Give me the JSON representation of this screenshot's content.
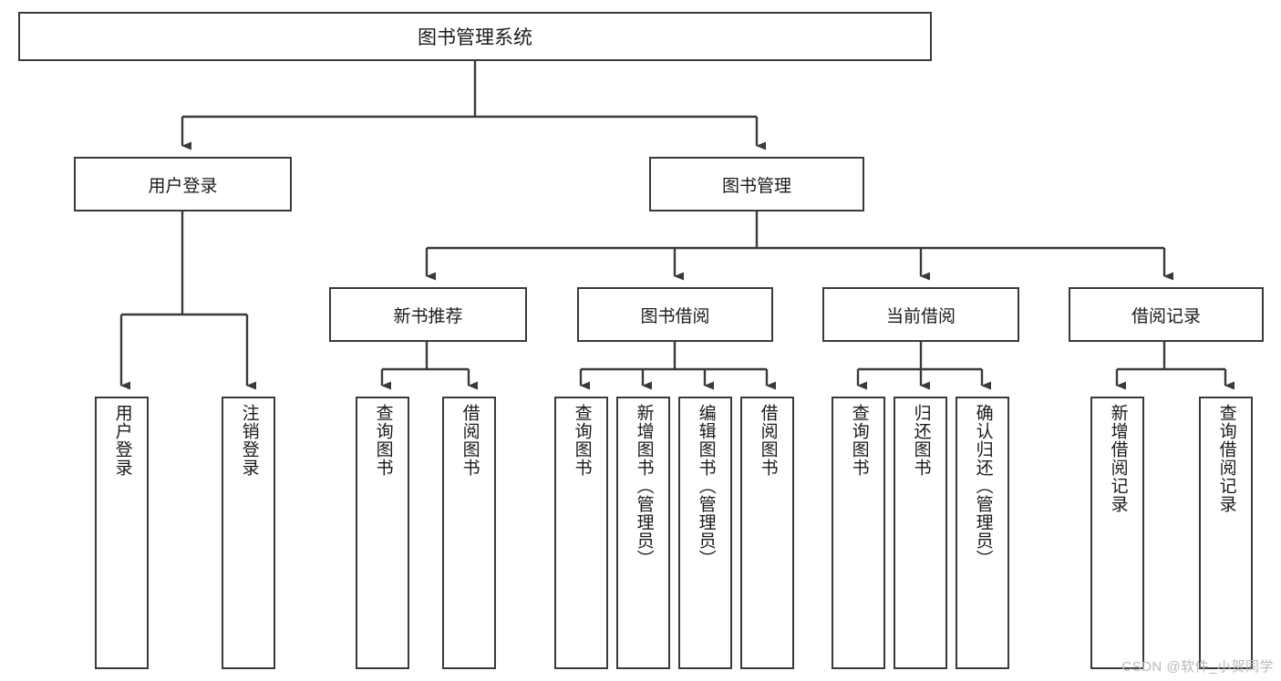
{
  "diagram": {
    "type": "tree",
    "title": "图书管理系统",
    "root": {
      "label": "图书管理系统"
    },
    "level1": [
      {
        "label": "用户登录"
      },
      {
        "label": "图书管理"
      }
    ],
    "level2": [
      {
        "label": "新书推荐"
      },
      {
        "label": "图书借阅"
      },
      {
        "label": "当前借阅"
      },
      {
        "label": "借阅记录"
      }
    ],
    "leaves": {
      "user_login": [
        {
          "label": "用户登录"
        },
        {
          "label": "注销登录"
        }
      ],
      "new_book_recommend": [
        {
          "label": "查询图书"
        },
        {
          "label": "借阅图书"
        }
      ],
      "book_borrow": [
        {
          "label": "查询图书"
        },
        {
          "label": "新增图书（管理员）"
        },
        {
          "label": "编辑图书（管理员）"
        },
        {
          "label": "借阅图书"
        }
      ],
      "current_borrow": [
        {
          "label": "查询图书"
        },
        {
          "label": "归还图书"
        },
        {
          "label": "确认归还（管理员）"
        }
      ],
      "borrow_record": [
        {
          "label": "新增借阅记录"
        },
        {
          "label": "查询借阅记录"
        }
      ]
    }
  },
  "watermark": {
    "text": "CSDN @软件_小贺同学"
  },
  "colors": {
    "box_border": "#3a3a3a",
    "box_fill": "#ffffff",
    "line": "#3a3a3a",
    "text": "#1a1a1a",
    "watermark": "#b9b9b9",
    "background": "#ffffff"
  }
}
